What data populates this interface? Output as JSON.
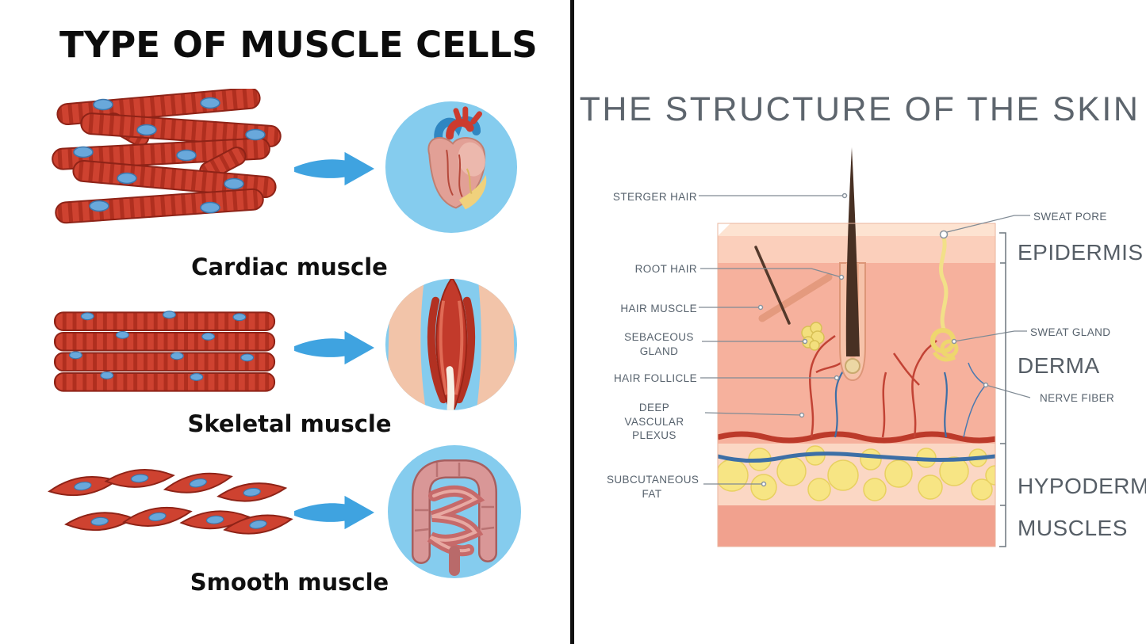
{
  "left_panel": {
    "title": "TYPE OF MUSCLE CELLS",
    "items": [
      {
        "id": "cardiac",
        "label": "Cardiac muscle"
      },
      {
        "id": "skeletal",
        "label": "Skeletal muscle"
      },
      {
        "id": "smooth",
        "label": "Smooth muscle"
      }
    ]
  },
  "right_panel": {
    "title": "THE STRUCTURE OF THE SKIN",
    "pointer_labels_left": {
      "sterger_hair": "STERGER HAIR",
      "root_hair": "ROOT HAIR",
      "hair_muscle": "HAIR MUSCLE",
      "sebaceous_gland": "SEBACEOUS GLAND",
      "hair_follicle": "HAIR FOLLICLE",
      "deep_vascular_plexus": "DEEP VASCULAR PLEXUS",
      "subcutaneous_fat": "SUBCUTANEOUS FAT"
    },
    "pointer_labels_right": {
      "sweat_pore": "SWEAT PORE",
      "sweat_gland": "SWEAT GLAND",
      "nerve_fiber": "NERVE FIBER"
    },
    "layer_labels": {
      "epidermis": "EPIDERMIS",
      "derma": "DERMA",
      "hypodermis": "HYPODERMIS",
      "muscles": "MUSCLES"
    }
  },
  "colors": {
    "muscle_red": "#ce4230",
    "nucleus_blue": "#69a8db",
    "arrow_blue": "#3fa3e0",
    "circle_background_blue": "#85ccee",
    "derma_salmon": "#f6b19d",
    "fat_yellow": "#f6e484",
    "label_gray": "#57626d",
    "divider_black": "#111111"
  }
}
